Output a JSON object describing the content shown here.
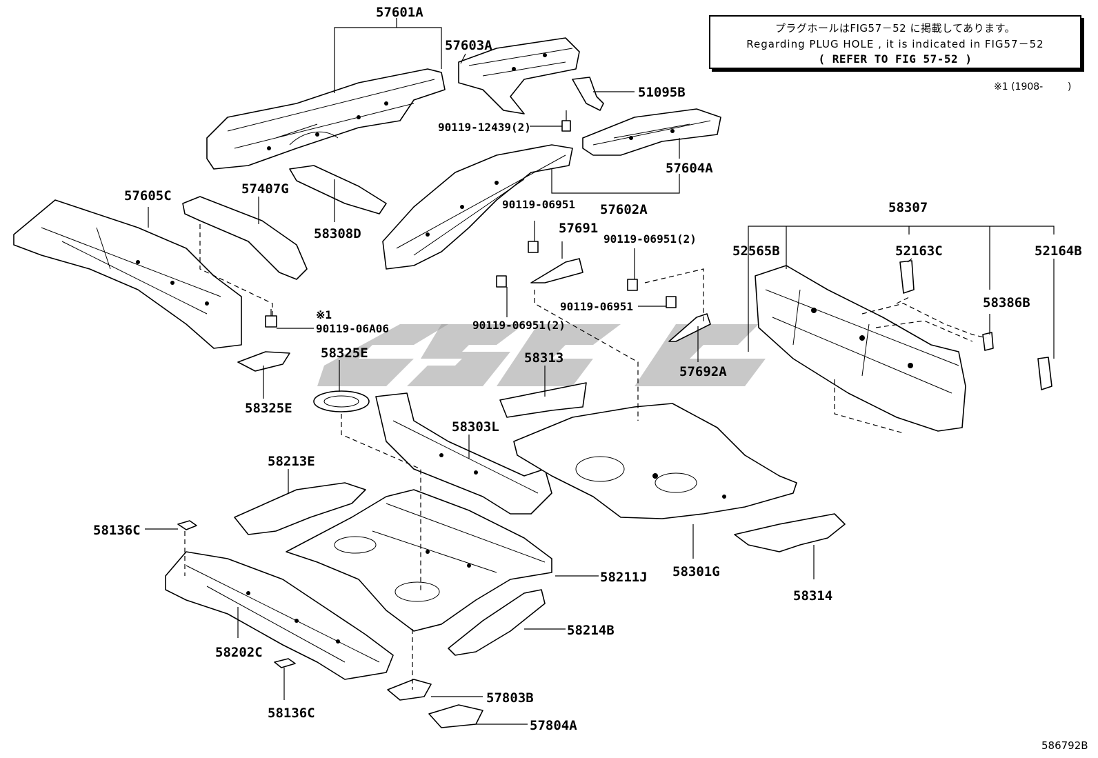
{
  "note": {
    "jp": "プラグホールはFIG57－52 に掲載してあります。",
    "en": "Regarding  PLUG  HOLE  , it  is  indicated  in  FIG57－52",
    "ref": "(  REFER TO FIG 57-52  )"
  },
  "date_note": "※1 (1908-        )",
  "figure_id": "586792B",
  "footnote_mark": "※1",
  "labels": {
    "p57601A": "57601A",
    "p57603A": "57603A",
    "p51095B": "51095B",
    "b90119_12439": "90119-12439(2)",
    "p57604A": "57604A",
    "p57602A": "57602A",
    "p57605C": "57605C",
    "p57407G": "57407G",
    "p58308D": "58308D",
    "b90119_06951_a": "90119-06951",
    "p57691": "57691",
    "b90119_06951_2a": "90119-06951(2)",
    "b90119_06951_b": "90119-06951",
    "b90119_06951_2b": "90119-06951(2)",
    "b90119_06A06": "90119-06A06",
    "p58325E_a": "58325E",
    "p58325E_b": "58325E",
    "p58313": "58313",
    "p57692A": "57692A",
    "p58307": "58307",
    "p52565B": "52565B",
    "p52163C": "52163C",
    "p52164B": "52164B",
    "p58386B": "58386B",
    "p58303L": "58303L",
    "p58213E": "58213E",
    "p58136C_a": "58136C",
    "p58211J": "58211J",
    "p58301G": "58301G",
    "p58314": "58314",
    "p58202C": "58202C",
    "p58214B": "58214B",
    "p58136C_b": "58136C",
    "p57803B": "57803B",
    "p57804A": "57804A"
  }
}
